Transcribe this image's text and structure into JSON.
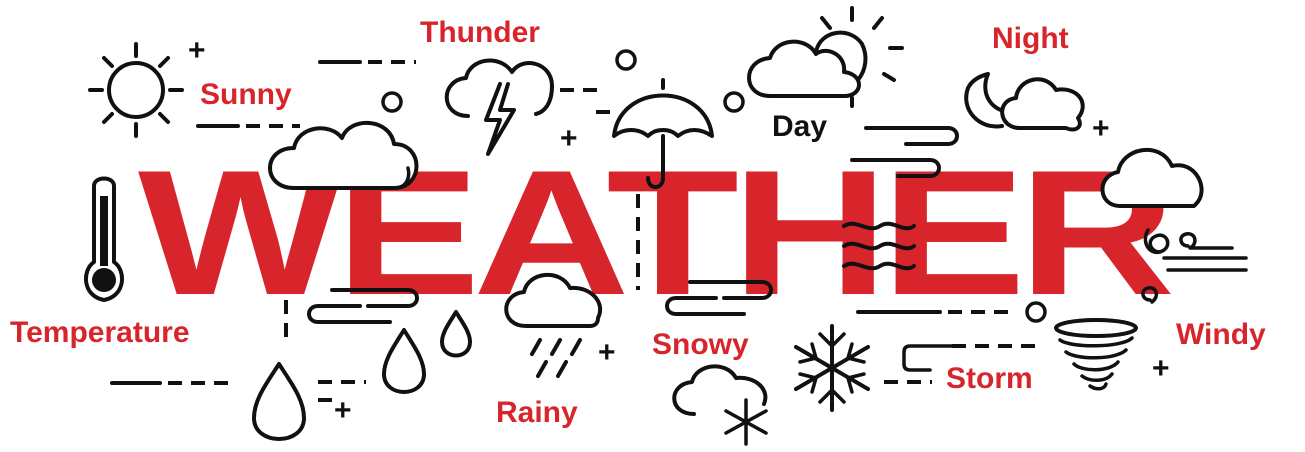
{
  "headline": "WEATHER",
  "labels": {
    "sunny": "Sunny",
    "thunder": "Thunder",
    "day": "Day",
    "night": "Night",
    "temperature": "Temperature",
    "rainy": "Rainy",
    "snowy": "Snowy",
    "storm": "Storm",
    "windy": "Windy"
  },
  "plus_sign": "+",
  "colors": {
    "accent": "#d7252b",
    "ink": "#111111",
    "background": "#ffffff"
  },
  "icons": [
    "sun-icon",
    "thunder-cloud-icon",
    "umbrella-icon",
    "sun-behind-cloud-icon",
    "moon-cloud-icon",
    "cloud-icon",
    "thermometer-icon",
    "raindrop-icon",
    "rain-cloud-icon",
    "snow-cloud-icon",
    "snowflake-icon",
    "tornado-icon",
    "wind-swirl-icon",
    "wavy-lines-icon",
    "fog-lines-icon"
  ]
}
